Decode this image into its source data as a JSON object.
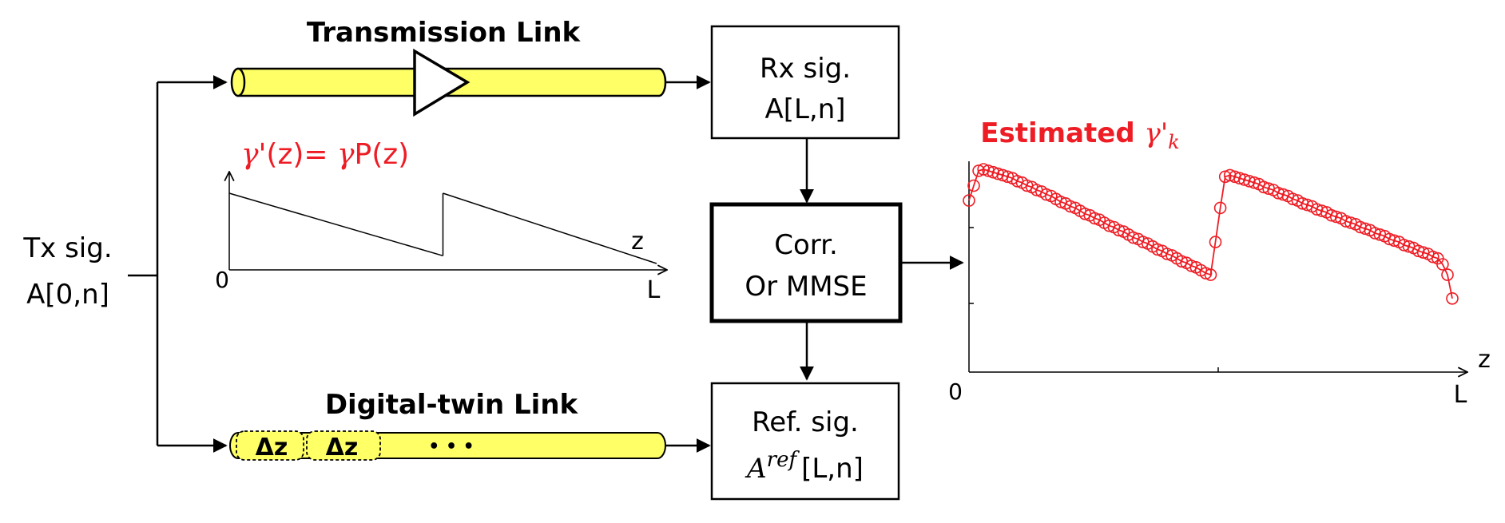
{
  "tx": {
    "line1": "Tx sig.",
    "line2": "A[0,n]"
  },
  "transmission": {
    "title": "Transmission Link"
  },
  "digital_twin": {
    "title": "Digital-twin Link",
    "segment_label": "Δz",
    "ellipsis": "•  •  •"
  },
  "rx": {
    "line1": "Rx sig.",
    "line2": "A[L,n]"
  },
  "corr": {
    "line1": "Corr.",
    "line2": "Or MMSE"
  },
  "ref": {
    "line1": "Ref. sig.",
    "symbol": "A",
    "superscript": "ref",
    "line2_rest": "[L,n]"
  },
  "power_profile": {
    "formula_gamma1": "γ",
    "formula_mid": "'(z)= ",
    "formula_gamma2": "γ",
    "formula_end": "P(z)",
    "origin_label": "0",
    "z_label": "z",
    "L_label": "L",
    "segments": [
      {
        "z": [
          0,
          0.5
        ],
        "y": [
          1.0,
          0.11
        ]
      },
      {
        "z": [
          0.5,
          1.0
        ],
        "y": [
          1.0,
          0.0
        ]
      }
    ]
  },
  "chart_data": {
    "type": "line",
    "title_prefix": "Estimated ",
    "title_symbol": "γ'",
    "title_subscript": "k",
    "x_origin_label": "0",
    "x_end_label": "L",
    "x_axis_label": "z",
    "xlim": [
      0,
      1
    ],
    "ylim": [
      0,
      1
    ],
    "series": [
      {
        "x": [
          0.0,
          0.01,
          0.02,
          0.03,
          0.04,
          0.05,
          0.06,
          0.07,
          0.08,
          0.09,
          0.1,
          0.11,
          0.12,
          0.13,
          0.14,
          0.15,
          0.16,
          0.17,
          0.18,
          0.19,
          0.2,
          0.21,
          0.22,
          0.23,
          0.24,
          0.25,
          0.26,
          0.27,
          0.28,
          0.29,
          0.3,
          0.31,
          0.32,
          0.33,
          0.34,
          0.35,
          0.36,
          0.37,
          0.38,
          0.39,
          0.4,
          0.41,
          0.42,
          0.43,
          0.44,
          0.45,
          0.46,
          0.47,
          0.48,
          0.49,
          0.5,
          0.51,
          0.52,
          0.53,
          0.54,
          0.55,
          0.56,
          0.57,
          0.58,
          0.59,
          0.6,
          0.61,
          0.62,
          0.63,
          0.64,
          0.65,
          0.66,
          0.67,
          0.68,
          0.69,
          0.7,
          0.71,
          0.72,
          0.73,
          0.74,
          0.75,
          0.76,
          0.77,
          0.78,
          0.79,
          0.8,
          0.81,
          0.82,
          0.83,
          0.84,
          0.85,
          0.86,
          0.87,
          0.88,
          0.89,
          0.9,
          0.91,
          0.92,
          0.93,
          0.94,
          0.95,
          0.96,
          0.97,
          0.98,
          0.99,
          1.0
        ],
        "y": [
          0.79,
          0.89,
          0.99,
          1.0,
          0.99,
          0.98,
          0.97,
          0.96,
          0.95,
          0.94,
          0.92,
          0.91,
          0.89,
          0.88,
          0.86,
          0.85,
          0.83,
          0.82,
          0.8,
          0.78,
          0.77,
          0.75,
          0.74,
          0.72,
          0.7,
          0.69,
          0.67,
          0.66,
          0.64,
          0.62,
          0.61,
          0.59,
          0.58,
          0.56,
          0.54,
          0.53,
          0.51,
          0.5,
          0.48,
          0.46,
          0.45,
          0.43,
          0.42,
          0.4,
          0.38,
          0.37,
          0.35,
          0.34,
          0.32,
          0.3,
          0.29,
          0.51,
          0.74,
          0.95,
          0.96,
          0.95,
          0.94,
          0.93,
          0.92,
          0.91,
          0.9,
          0.88,
          0.87,
          0.86,
          0.84,
          0.83,
          0.82,
          0.8,
          0.79,
          0.77,
          0.76,
          0.75,
          0.73,
          0.72,
          0.71,
          0.69,
          0.68,
          0.67,
          0.65,
          0.64,
          0.63,
          0.61,
          0.6,
          0.59,
          0.57,
          0.56,
          0.55,
          0.53,
          0.52,
          0.51,
          0.49,
          0.48,
          0.47,
          0.45,
          0.44,
          0.43,
          0.41,
          0.4,
          0.36,
          0.29,
          0.13
        ]
      }
    ]
  },
  "colors": {
    "fiber_fill": "#ffff66",
    "accent_red": "#ee1c24",
    "line": "#000000",
    "amp_fill": "#ffffff"
  },
  "icons": {
    "amplifier": "amplifier-triangle-icon",
    "arrow": "arrow-head-icon"
  }
}
